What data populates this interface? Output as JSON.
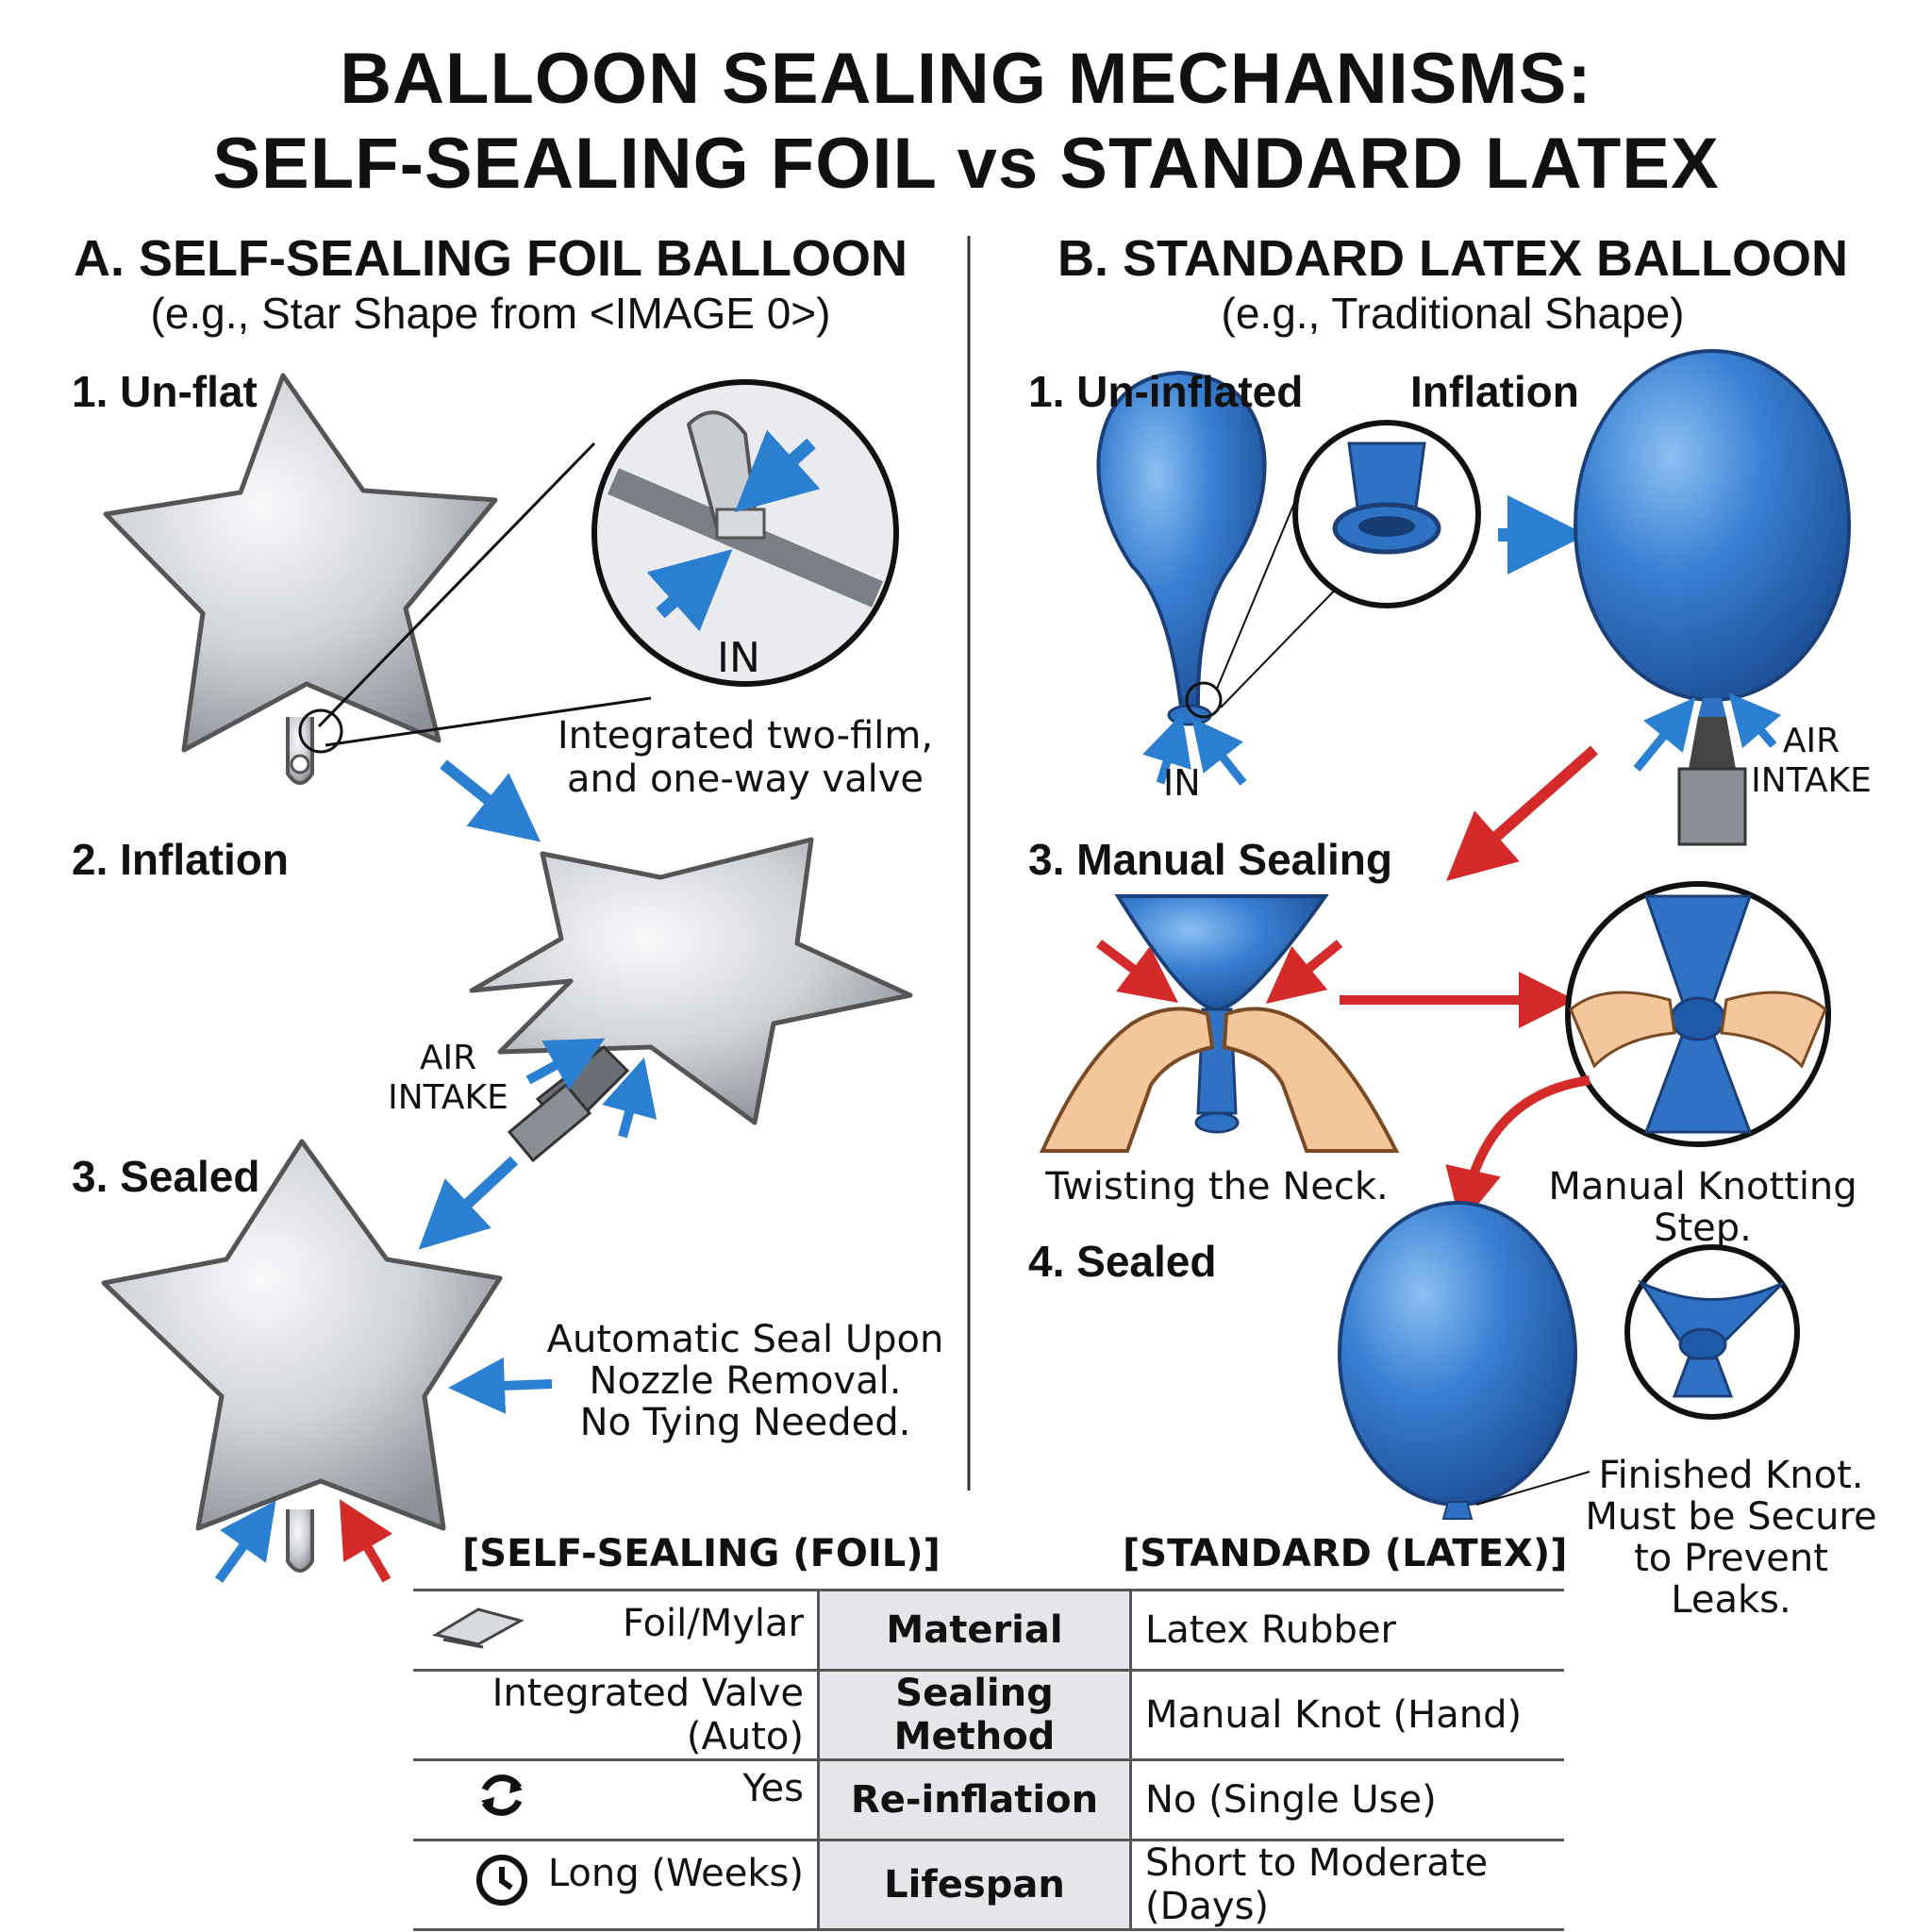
{
  "title": {
    "line1": "BALLOON SEALING MECHANISMS:",
    "line2": "SELF-SEALING FOIL vs STANDARD LATEX"
  },
  "section_a": {
    "title": "A. SELF-SEALING FOIL BALLOON",
    "subtitle": "(e.g., Star Shape from <IMAGE 0>)",
    "step1": "1. Un-flat",
    "step2": "2. Inflation",
    "step3": "3. Sealed",
    "zoom_label": "IN",
    "valve_note_line1": "Integrated two-film,",
    "valve_note_line2": "and one-way valve",
    "intake_line1": "AIR",
    "intake_line2": "INTAKE",
    "seal_note_line1": "Automatic Seal Upon",
    "seal_note_line2": "Nozzle Removal.",
    "seal_note_line3": "No Tying Needed."
  },
  "section_b": {
    "title": "B. STANDARD LATEX BALLOON",
    "subtitle": "(e.g., Traditional Shape)",
    "step1": "1. Un-inflated",
    "step2": "Inflation",
    "step3": "3. Manual Sealing",
    "step4": "4. Sealed",
    "in_label": "IN",
    "intake_line1": "AIR",
    "intake_line2": "INTAKE",
    "twist_note": "Twisting the Neck.",
    "knot_note": "Manual Knotting Step.",
    "finish_line1": "Finished Knot.",
    "finish_line2": "Must be Secure",
    "finish_line3": "to Prevent Leaks."
  },
  "table": {
    "head_foil": "[SELF-SEALING (FOIL)]",
    "head_latex": "[STANDARD (LATEX)]",
    "rows": [
      {
        "icon": "foil-sheet-icon",
        "foil": "Foil/Mylar",
        "criterion": "Material",
        "latex": "Latex Rubber"
      },
      {
        "icon": "",
        "foil": "Integrated Valve (Auto)",
        "criterion": "Sealing Method",
        "latex": "Manual Knot (Hand)"
      },
      {
        "icon": "refresh-icon",
        "foil": "Yes",
        "criterion": "Re-inflation",
        "latex": "No (Single Use)"
      },
      {
        "icon": "clock-icon",
        "foil": "Long (Weeks)",
        "criterion": "Lifespan",
        "latex": "Short to Moderate (Days)"
      }
    ]
  },
  "colors": {
    "foil": "#c9ccd1",
    "latex": "#2f72c4",
    "arrow_blue": "#2a7fd0",
    "arrow_red": "#d42a2a",
    "skin": "#f4c79a",
    "criterion_bg": "#e4e6ea"
  }
}
